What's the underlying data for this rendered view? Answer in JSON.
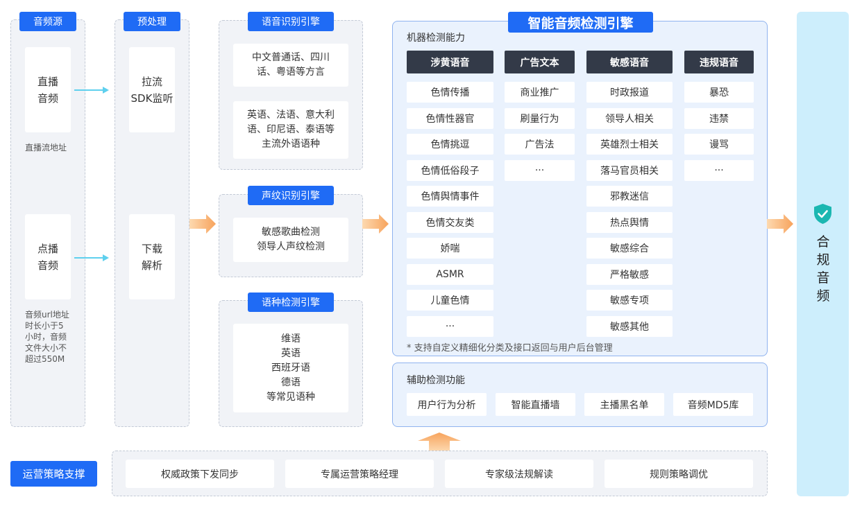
{
  "columns": {
    "source": {
      "title": "音频源",
      "live": {
        "label": "直播\n音频",
        "note": "直播流地址"
      },
      "vod": {
        "label": "点播\n音频",
        "note": "音频url地址\n时长小于5\n小时，音频\n文件大小不\n超过550M"
      }
    },
    "preprocess": {
      "title": "预处理",
      "live": "拉流\nSDK监听",
      "vod": "下载\n解析"
    },
    "asr": {
      "title": "语音识别引擎",
      "items": [
        "中文普通话、四川\n话、粤语等方言",
        "英语、法语、意大利\n语、印尼语、泰语等\n主流外语语种"
      ]
    },
    "voiceprint": {
      "title": "声纹识别引擎",
      "items": [
        "敏感歌曲检测\n领导人声纹检测"
      ]
    },
    "language": {
      "title": "语种检测引擎",
      "items": [
        "维语\n英语\n西班牙语\n德语\n等常见语种"
      ]
    }
  },
  "engine": {
    "title": "智能音频检测引擎",
    "machine_label": "机器检测能力",
    "categories": [
      {
        "name": "涉黄语音",
        "items": [
          "色情传播",
          "色情性器官",
          "色情挑逗",
          "色情低俗段子",
          "色情舆情事件",
          "色情交友类",
          "娇喘",
          "ASMR",
          "儿童色情",
          "···"
        ]
      },
      {
        "name": "广告文本",
        "items": [
          "商业推广",
          "刷量行为",
          "广告法",
          "···"
        ]
      },
      {
        "name": "敏感语音",
        "items": [
          "时政报道",
          "领导人相关",
          "英雄烈士相关",
          "落马官员相关",
          "邪教迷信",
          "热点舆情",
          "敏感综合",
          "严格敏感",
          "敏感专项",
          "敏感其他"
        ]
      },
      {
        "name": "违规语音",
        "items": [
          "暴恐",
          "违禁",
          "谩骂",
          "···"
        ]
      }
    ],
    "footnote": "* 支持自定义精细化分类及接口返回与用户后台管理",
    "aux_label": "辅助检测功能",
    "aux_items": [
      "用户行为分析",
      "智能直播墙",
      "主播黑名单",
      "音频MD5库"
    ]
  },
  "output": {
    "label": "合\n规\n音\n频",
    "icon": "shield-check-icon"
  },
  "operations": {
    "title": "运营策略支撑",
    "items": [
      "权威政策下发同步",
      "专属运营策略经理",
      "专家级法规解读",
      "规则策略调优"
    ]
  },
  "colors": {
    "accent": "#1f6bf5",
    "arrow_orange": "#f7a35c",
    "arrow_cyan": "#5ed0ee",
    "dark_header": "#333a48",
    "output_bar": "#cdeefc"
  }
}
